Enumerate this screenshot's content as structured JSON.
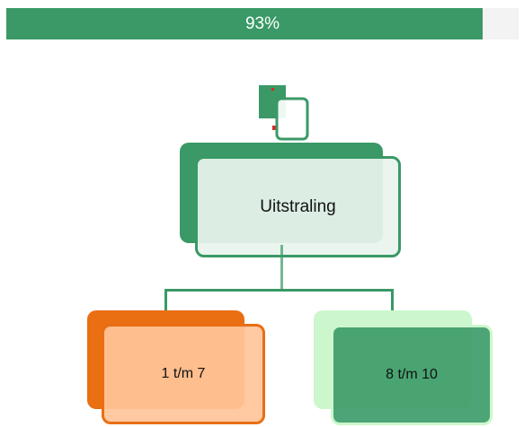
{
  "progress": {
    "label": "93%",
    "value": 0.93,
    "color": "#3a9966"
  },
  "root_node": {
    "label": "Uitstraling",
    "accent": "#3a9966",
    "icon": "document-icon"
  },
  "children": [
    {
      "label": "1 t/m 7",
      "accent": "#ea6e12",
      "fill": "#ffc499"
    },
    {
      "label": "8 t/m 10",
      "accent": "#ccf7cc",
      "fill": "#3e9c6a"
    }
  ],
  "connector_color": "#3a9966"
}
